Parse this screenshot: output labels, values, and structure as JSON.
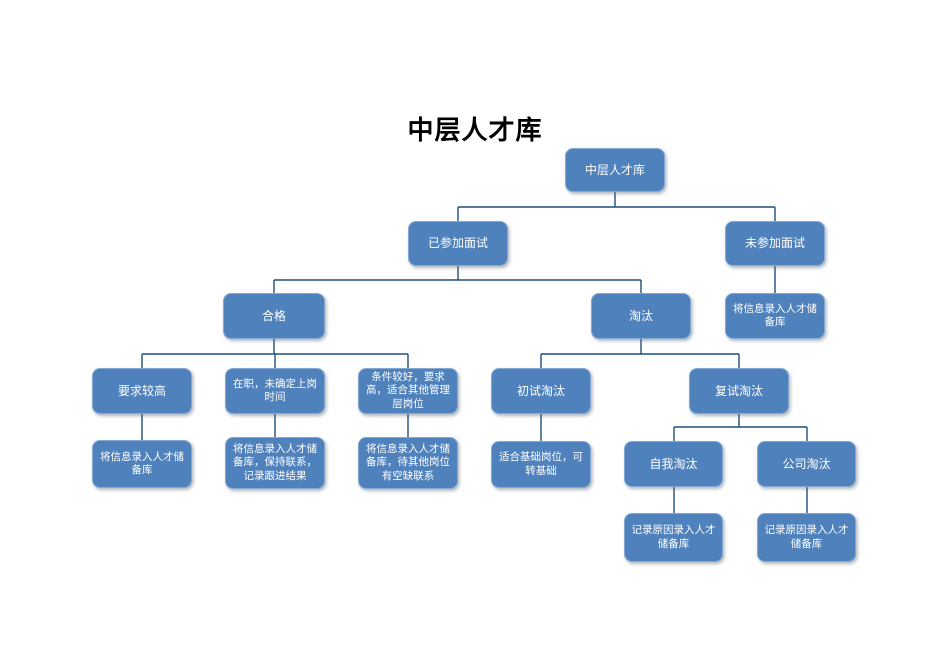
{
  "title": "中层人才库",
  "colors": {
    "node_fill": "#4f81bd",
    "node_border": "#85a9d2",
    "node_text": "#ffffff",
    "connector": "#1f4e79",
    "title_color": "#000000"
  },
  "nodes": {
    "root": "中层人才库",
    "interviewed": "已参加面试",
    "not_interviewed": "未参加面试",
    "not_interviewed_store": "将信息录入人才储备库",
    "qualified": "合格",
    "eliminated": "淘汰",
    "high_requirement": "要求较高",
    "employed_undecided": "在职，未确定上岗时间",
    "good_condition": "条件较好，要求高，适合其他管理层岗位",
    "high_requirement_store": "将信息录入人才储备库",
    "employed_store": "将信息录入人才储备库，保持联系，记录跟进结果",
    "good_condition_store": "将信息录入人才储备库，待其他岗位有空缺联系",
    "first_round_elimination": "初试淘汰",
    "retest_elimination": "复试淘汰",
    "first_round_note": "适合基础岗位，可转基础",
    "self_elimination": "自我淘汰",
    "company_elimination": "公司淘汰",
    "self_elimination_record": "记录原因录入人才储备库",
    "company_elimination_record": "记录原因录入人才储备库"
  },
  "edges": [
    [
      "root",
      "interviewed"
    ],
    [
      "root",
      "not_interviewed"
    ],
    [
      "interviewed",
      "qualified"
    ],
    [
      "interviewed",
      "eliminated"
    ],
    [
      "not_interviewed",
      "not_interviewed_store"
    ],
    [
      "qualified",
      "high_requirement"
    ],
    [
      "qualified",
      "employed_undecided"
    ],
    [
      "qualified",
      "good_condition"
    ],
    [
      "high_requirement",
      "high_requirement_store"
    ],
    [
      "employed_undecided",
      "employed_store"
    ],
    [
      "good_condition",
      "good_condition_store"
    ],
    [
      "eliminated",
      "first_round_elimination"
    ],
    [
      "eliminated",
      "retest_elimination"
    ],
    [
      "first_round_elimination",
      "first_round_note"
    ],
    [
      "retest_elimination",
      "self_elimination"
    ],
    [
      "retest_elimination",
      "company_elimination"
    ],
    [
      "self_elimination",
      "self_elimination_record"
    ],
    [
      "company_elimination",
      "company_elimination_record"
    ]
  ]
}
